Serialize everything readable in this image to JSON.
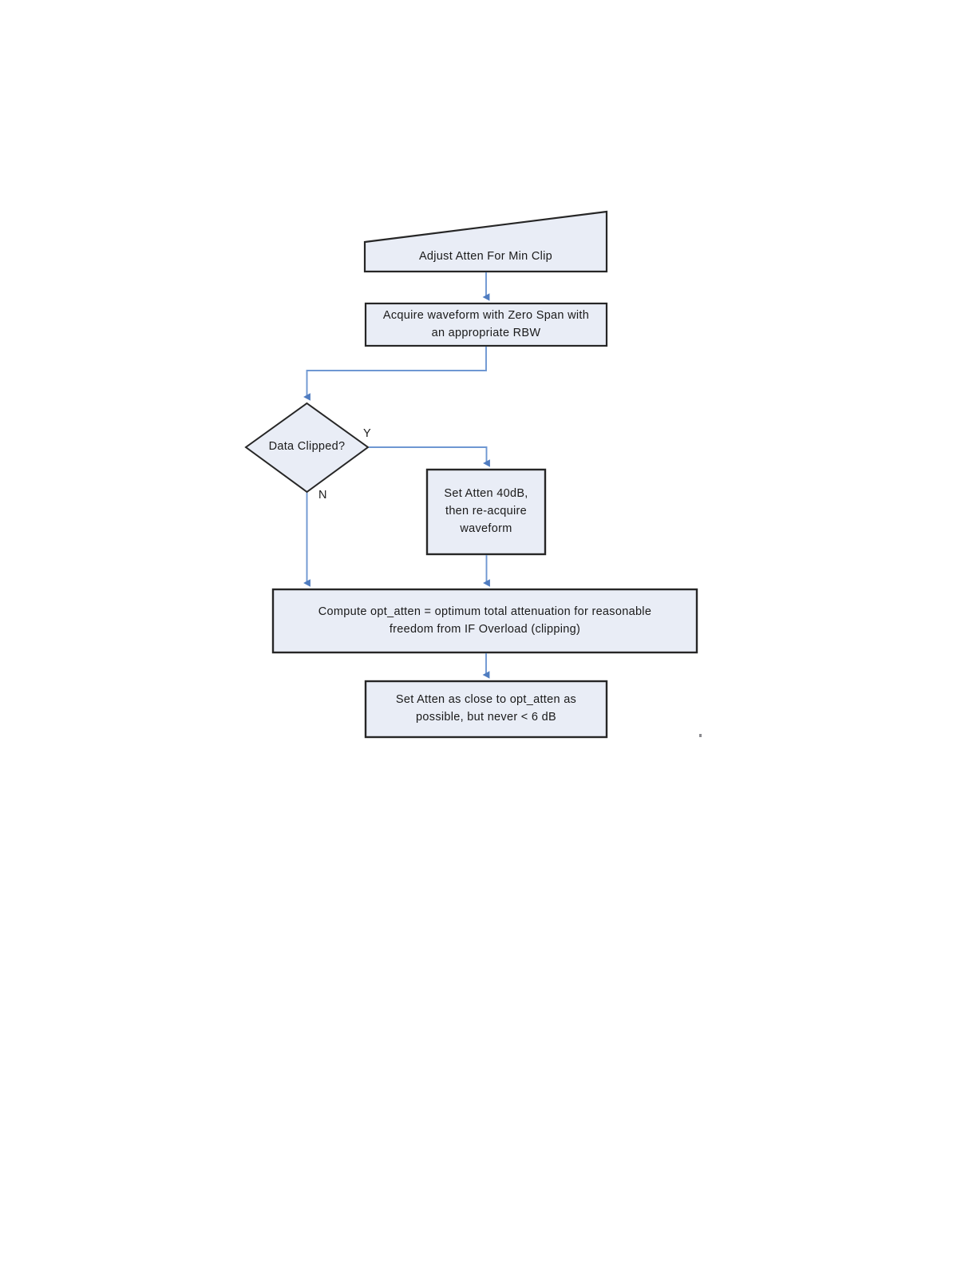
{
  "diagram": {
    "type": "flowchart",
    "title": "Adjust Atten For Min Clip",
    "colors": {
      "node_fill": "#e9edf6",
      "node_stroke": "#262626",
      "connector": "#5b85c8",
      "text": "#1a1a1a",
      "background": "#ffffff"
    },
    "nodes": [
      {
        "id": "start",
        "shape": "banner-trapezoid",
        "label": "Adjust Atten For Min Clip"
      },
      {
        "id": "acquire",
        "shape": "rectangle",
        "label": "Acquire waveform with Zero Span with\nan appropriate RBW"
      },
      {
        "id": "decision",
        "shape": "diamond",
        "label": "Data Clipped?"
      },
      {
        "id": "set40",
        "shape": "rectangle",
        "label": "Set Atten 40dB,\nthen re-acquire\nwaveform"
      },
      {
        "id": "compute",
        "shape": "rectangle",
        "label": "Compute opt_atten = optimum total attenuation for reasonable\nfreedom from IF Overload (clipping)"
      },
      {
        "id": "setclose",
        "shape": "rectangle",
        "label": "Set Atten as close to opt_atten as\npossible, but never < 6 dB"
      }
    ],
    "edges": [
      {
        "id": "e1",
        "from": "start",
        "to": "acquire",
        "label": ""
      },
      {
        "id": "e2",
        "from": "acquire",
        "to": "decision",
        "label": ""
      },
      {
        "id": "e3",
        "from": "decision",
        "to": "set40",
        "label": "Y"
      },
      {
        "id": "e4",
        "from": "decision",
        "to": "compute",
        "label": "N"
      },
      {
        "id": "e5",
        "from": "set40",
        "to": "compute",
        "label": ""
      },
      {
        "id": "e6",
        "from": "compute",
        "to": "setclose",
        "label": ""
      }
    ]
  }
}
